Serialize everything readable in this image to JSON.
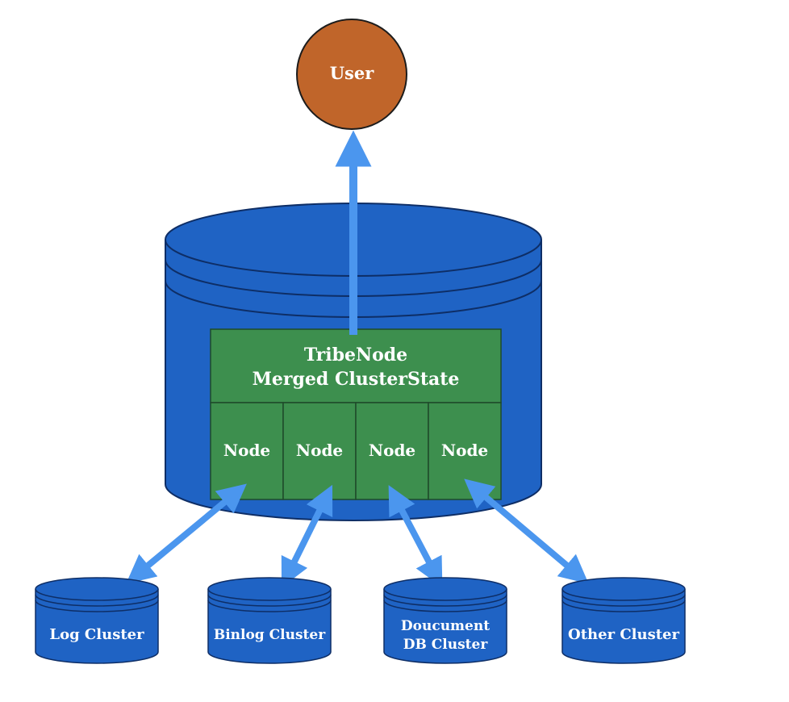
{
  "colors": {
    "user_fill": "#C0652A",
    "db_fill": "#1F63C4",
    "db_edge": "#0E2E66",
    "tribe_fill": "#3D8F4E",
    "arrow": "#4B96EE",
    "text": "#FFFFFF"
  },
  "user": {
    "label": "User"
  },
  "tribe": {
    "line1": "TribeNode",
    "line2": "Merged ClusterState",
    "nodes": [
      "Node",
      "Node",
      "Node",
      "Node"
    ]
  },
  "clusters": [
    {
      "line1": "Log Cluster",
      "line2": ""
    },
    {
      "line1": "Binlog Cluster",
      "line2": ""
    },
    {
      "line1": "Doucument",
      "line2": "DB Cluster"
    },
    {
      "line1": "Other Cluster",
      "line2": ""
    }
  ],
  "icons": {
    "user": "user-circle-icon",
    "database": "database-cylinder-icon",
    "arrow": "bidirectional-arrow-icon"
  }
}
